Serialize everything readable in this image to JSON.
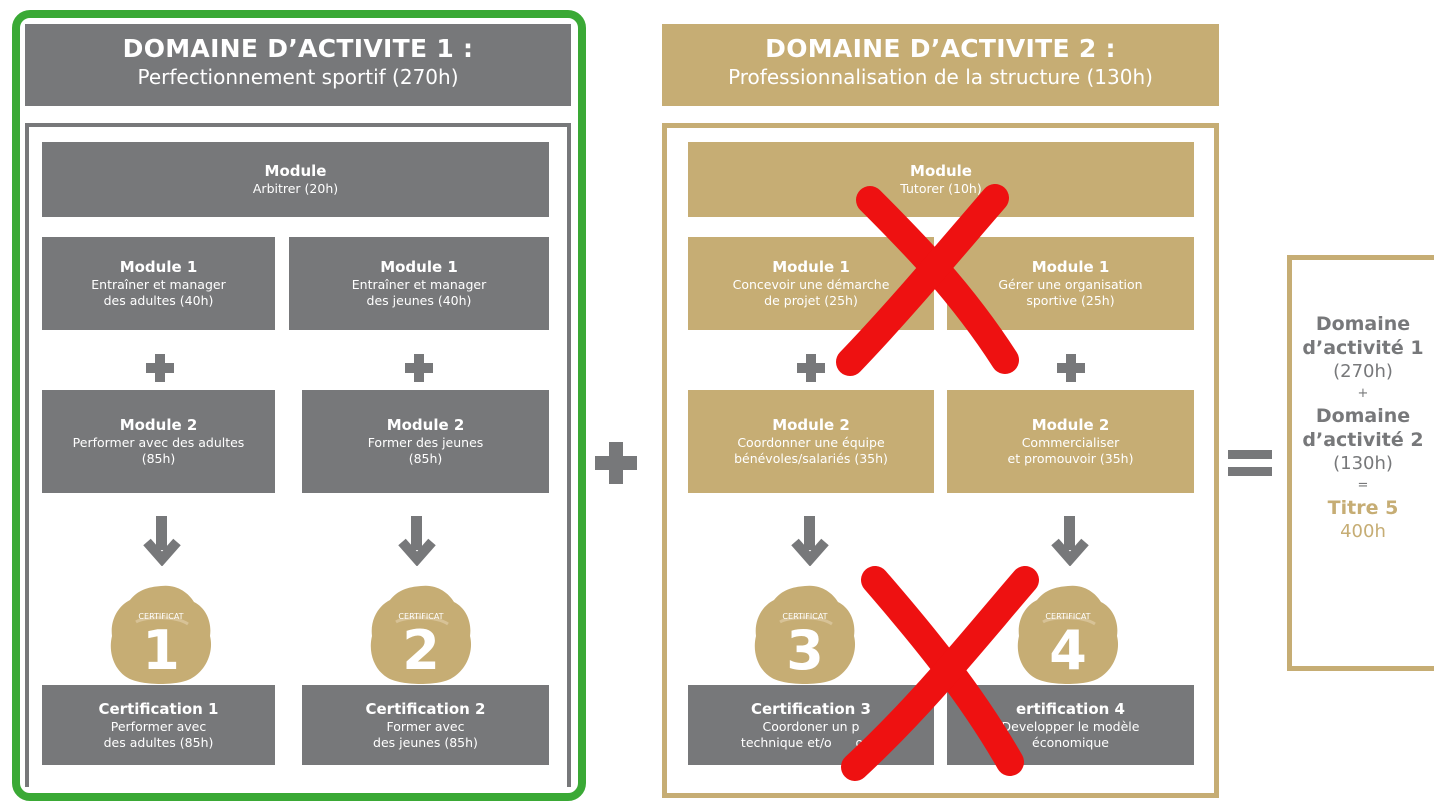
{
  "colors": {
    "gray": "#77787a",
    "gold": "#c6ad74",
    "green": "#3aa935",
    "red": "#ee1111"
  },
  "domain1": {
    "title": "DOMAINE D’ACTIVITE 1 :",
    "subtitle": "Perfectionnement sportif (270h)",
    "module_top": {
      "title": "Module",
      "sub": "Arbitrer (20h)"
    },
    "col_left": {
      "m1": {
        "title": "Module 1",
        "line1": "Entraîner et manager",
        "line2": "des adultes (40h)"
      },
      "m2": {
        "title": "Module 2",
        "line1": "Performer avec des adultes",
        "line2": "(85h)"
      },
      "cert_badge": "CERTIFICAT",
      "cert_num": "1",
      "cert": {
        "title": "Certification 1",
        "line1": "Performer avec",
        "line2": "des adultes (85h)"
      }
    },
    "col_right": {
      "m1": {
        "title": "Module 1",
        "line1": "Entraîner et manager",
        "line2": "des jeunes (40h)"
      },
      "m2": {
        "title": "Module 2",
        "line1": "Former des jeunes",
        "line2": "(85h)"
      },
      "cert_badge": "CERTIFICAT",
      "cert_num": "2",
      "cert": {
        "title": "Certification 2",
        "line1": "Former avec",
        "line2": "des jeunes (85h)"
      }
    }
  },
  "domain2": {
    "title": "DOMAINE D’ACTIVITE 2 :",
    "subtitle": "Professionnalisation de la structure (130h)",
    "module_top": {
      "title": "Module",
      "sub": "Tutorer (10h)"
    },
    "col_left": {
      "m1": {
        "title": "Module 1",
        "line1": "Concevoir une démarche",
        "line2": "de projet (25h)"
      },
      "m2": {
        "title": "Module 2",
        "line1": "Coordonner une équipe",
        "line2": "bénévoles/salariés (35h)"
      },
      "cert_badge": "CERTIFICAT",
      "cert_num": "3",
      "cert": {
        "title": "Certification 3",
        "line1": "Coordoner un p",
        "line2": "technique et/o      ortif"
      }
    },
    "col_right": {
      "m1": {
        "title": "Module 1",
        "line1": "Gérer une organisation",
        "line2": "sportive (25h)"
      },
      "m2": {
        "title": "Module 2",
        "line1": "Commercialiser",
        "line2": "et promouvoir (35h)"
      },
      "cert_badge": "CERTIFICAT",
      "cert_num": "4",
      "cert": {
        "title": "ertification 4",
        "line1": "Developper le modèle",
        "line2": "économique"
      }
    }
  },
  "summary": {
    "d1_a": "Domaine",
    "d1_b": "d’activité 1",
    "d1_h": "(270h)",
    "plus": "+",
    "d2_a": "Domaine",
    "d2_b": "d’activité 2",
    "d2_h": "(130h)",
    "eq": "=",
    "titre": "Titre 5",
    "total": "400h"
  }
}
